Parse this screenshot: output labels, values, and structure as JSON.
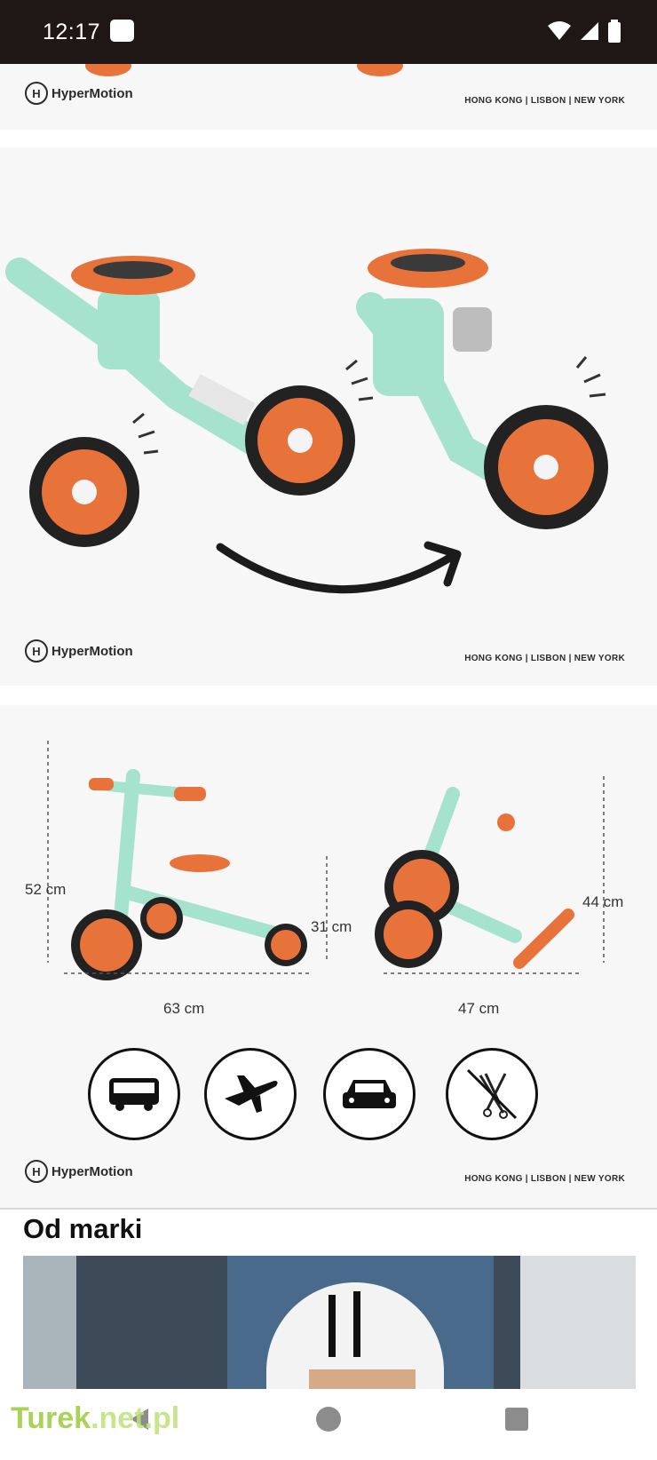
{
  "status_bar": {
    "time": "12:17"
  },
  "panels": [
    {
      "logo": "HyperMotion",
      "cities": "HONG KONG | LISBON | NEW YORK"
    },
    {
      "logo": "HyperMotion",
      "cities": "HONG KONG | LISBON | NEW YORK"
    },
    {
      "logo": "HyperMotion",
      "cities": "HONG KONG | LISBON | NEW YORK"
    }
  ],
  "dimensions": {
    "height_tricycle": "52 cm",
    "seat_height": "31 cm",
    "length_tricycle": "63 cm",
    "height_folded": "44 cm",
    "length_folded": "47 cm"
  },
  "transport_icons": [
    "bus-icon",
    "airplane-icon",
    "car-icon",
    "no-stroller-icon"
  ],
  "section": {
    "title": "Od marki"
  },
  "watermark": {
    "main": "Turek",
    "rest": ".net.pl"
  },
  "colors": {
    "accent": "#e8733a",
    "mint": "#a6e3cf",
    "dark": "#1f1715"
  }
}
